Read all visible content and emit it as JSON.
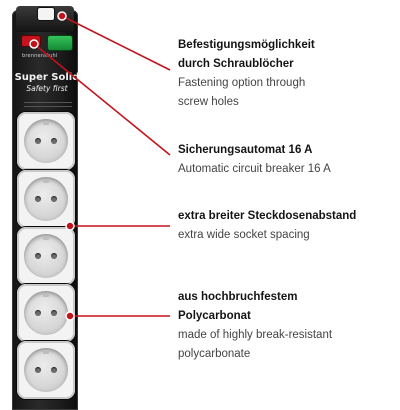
{
  "product": {
    "brand_tiny": "brennenstuhl",
    "name": "Super Solid",
    "slogan": "Safety first"
  },
  "callouts": [
    {
      "de_lines": [
        "Befestigungsmöglichkeit",
        "durch Schraublöcher"
      ],
      "en_lines": [
        "Fastening option through",
        "screw holes"
      ]
    },
    {
      "de_lines": [
        "Sicherungsautomat 16 A"
      ],
      "en_lines": [
        "Automatic circuit breaker 16 A"
      ]
    },
    {
      "de_lines": [
        "extra breiter Steckdosenabstand"
      ],
      "en_lines": [
        "extra wide socket spacing"
      ]
    },
    {
      "de_lines": [
        "aus hochbruchfestem",
        "Polycarbonat"
      ],
      "en_lines": [
        "made of highly break-resistant",
        "polycarbonate"
      ]
    }
  ],
  "colors": {
    "accent": "#c3121b",
    "strip": "#1b1b1b",
    "socket": "#f3f3f3",
    "text_de": "#141414",
    "text_en": "#444444"
  },
  "icons": {
    "switch_left": "red-rocker-switch",
    "switch_right": "green-rocker-switch",
    "mount_hole": "screw-hole"
  }
}
